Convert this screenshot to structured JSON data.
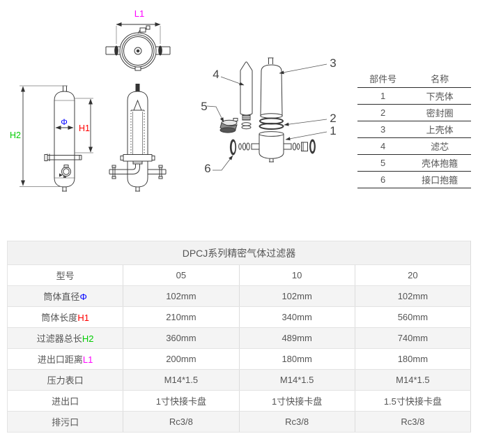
{
  "diagram": {
    "labels": {
      "L1": {
        "text": "L1",
        "color": "#FF00FF"
      },
      "H2": {
        "text": "H2",
        "color": "#00CC00"
      },
      "H1": {
        "text": "H1",
        "color": "#FF0000"
      },
      "phi": {
        "text": "Φ",
        "color": "#0000FF"
      }
    },
    "callouts": {
      "c1": "1",
      "c2": "2",
      "c3": "3",
      "c4": "4",
      "c5": "5",
      "c6": "6"
    },
    "line_color": "#3c3c3c"
  },
  "parts_table": {
    "headers": {
      "no": "部件号",
      "name": "名称"
    },
    "rows": [
      {
        "no": "1",
        "name": "下壳体"
      },
      {
        "no": "2",
        "name": "密封圈"
      },
      {
        "no": "3",
        "name": "上壳体"
      },
      {
        "no": "4",
        "name": "滤芯"
      },
      {
        "no": "5",
        "name": "壳体抱箍"
      },
      {
        "no": "6",
        "name": "接口抱箍"
      }
    ]
  },
  "spec_table": {
    "title": "DPCJ系列精密气体过滤器",
    "header_row": {
      "label": "型号",
      "models": [
        "05",
        "10",
        "20"
      ]
    },
    "rows": [
      {
        "label": "筒体直径",
        "suffix": "Φ",
        "suffix_color": "#0000FF",
        "values": [
          "102mm",
          "102mm",
          "102mm"
        ]
      },
      {
        "label": "筒体长度",
        "suffix": "H1",
        "suffix_color": "#FF0000",
        "values": [
          "210mm",
          "340mm",
          "560mm"
        ]
      },
      {
        "label": "过滤器总长",
        "suffix": "H2",
        "suffix_color": "#00CC00",
        "values": [
          "360mm",
          "489mm",
          "740mm"
        ]
      },
      {
        "label": "进出口距离",
        "suffix": "L1",
        "suffix_color": "#FF00FF",
        "values": [
          "200mm",
          "180mm",
          "180mm"
        ]
      },
      {
        "label": "压力表口",
        "suffix": "",
        "values": [
          "M14*1.5",
          "M14*1.5",
          "M14*1.5"
        ]
      },
      {
        "label": "进出口",
        "suffix": "",
        "values": [
          "1寸快接卡盘",
          "1寸快接卡盘",
          "1.5寸快接卡盘"
        ]
      },
      {
        "label": "排污口",
        "suffix": "",
        "values": [
          "Rc3/8",
          "Rc3/8",
          "Rc3/8"
        ]
      }
    ]
  }
}
